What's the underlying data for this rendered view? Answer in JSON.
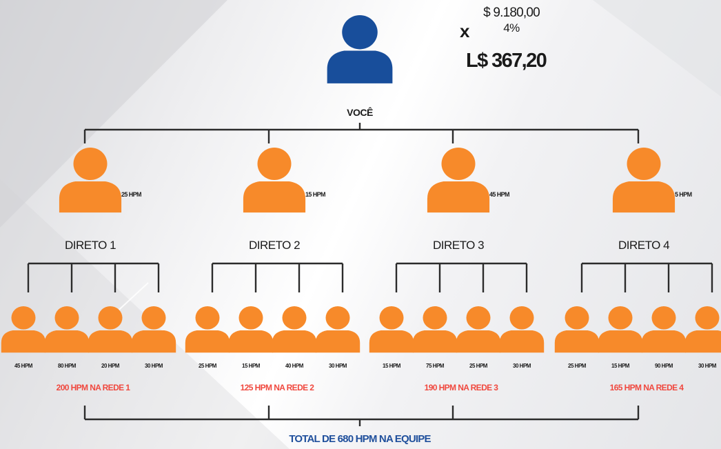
{
  "calculation": {
    "multiply_symbol": "x",
    "amount": "$ 9.180,00",
    "rate": "4%",
    "result": "L$ 367,20"
  },
  "you": {
    "label": "VOCÊ"
  },
  "directs": [
    {
      "label": "DIRETO 1",
      "hpm": "25 HPM",
      "network_total": "200 HPM NA REDE 1",
      "members": [
        "45 HPM",
        "80 HPM",
        "20 HPM",
        "30 HPM"
      ]
    },
    {
      "label": "DIRETO 2",
      "hpm": "15 HPM",
      "network_total": "125 HPM NA REDE 2",
      "members": [
        "25 HPM",
        "15 HPM",
        "40 HPM",
        "30 HPM"
      ]
    },
    {
      "label": "DIRETO 3",
      "hpm": "45 HPM",
      "network_total": "190 HPM NA REDE 3",
      "members": [
        "15 HPM",
        "75 HPM",
        "25 HPM",
        "30 HPM"
      ]
    },
    {
      "label": "DIRETO 4",
      "hpm": "5 HPM",
      "network_total": "165 HPM NA REDE 4",
      "members": [
        "25 HPM",
        "15 HPM",
        "90 HPM",
        "30 HPM"
      ]
    }
  ],
  "team_total": "TOTAL DE 680 HPM NA EQUIPE",
  "colors": {
    "you_icon": "#184e9b",
    "member_icon": "#f78a2a",
    "connector": "#2b2b2b",
    "network_text": "#f0483e",
    "total_text": "#1f4f9c"
  }
}
